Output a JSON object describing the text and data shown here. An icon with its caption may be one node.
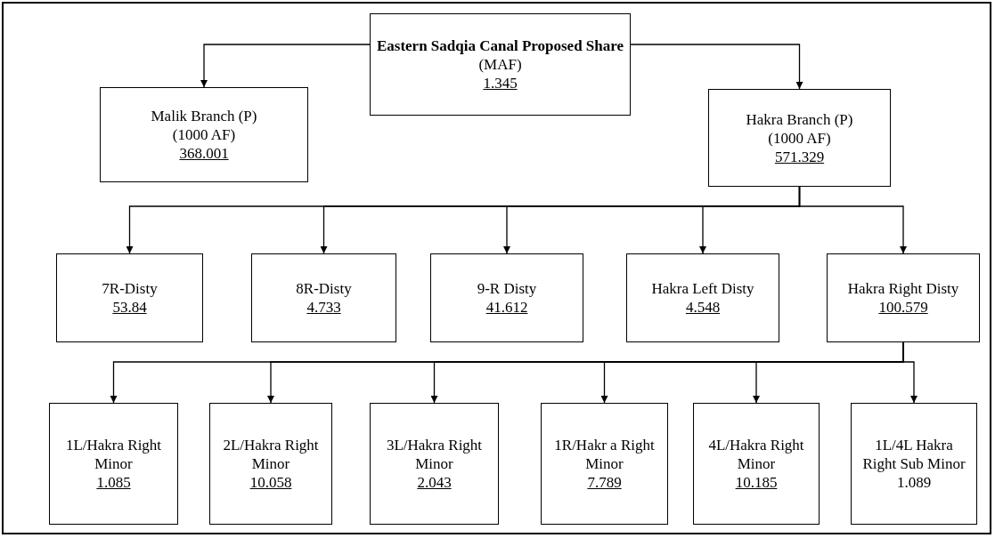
{
  "diagram": {
    "nodes": [
      {
        "text": [
          "Eastern Sadqia Canal Proposed Share",
          "(MAF)",
          "1.345"
        ]
      },
      {
        "text": [
          "Malik Branch (P)",
          "(1000 AF)",
          "368.001"
        ]
      },
      {
        "text": [
          "Hakra Branch (P)",
          "(1000 AF)",
          "571.329"
        ]
      },
      {
        "text": [
          "7R-Disty",
          "53.84"
        ]
      },
      {
        "text": [
          "8R-Disty",
          "4.733"
        ]
      },
      {
        "text": [
          "9-R Disty",
          "41.612"
        ]
      },
      {
        "text": [
          "Hakra Left Disty",
          "4.548"
        ]
      },
      {
        "text": [
          "Hakra Right Disty",
          "100.579"
        ]
      },
      {
        "text": [
          "1L/Hakra Right Minor",
          "1.085"
        ]
      },
      {
        "text": [
          "2L/Hakra Right Minor",
          "10.058"
        ]
      },
      {
        "text": [
          "3L/Hakra Right Minor",
          "2.043"
        ]
      },
      {
        "text": [
          "1R/Hakr a Right Minor",
          "7.789"
        ]
      },
      {
        "text": [
          "4L/Hakra Right Minor",
          "10.185"
        ]
      },
      {
        "text": [
          "1L/4L Hakra Right Sub Minor",
          "1.089"
        ]
      }
    ],
    "edges": [
      {
        "from": 0,
        "to": 1,
        "arrow": "to"
      },
      {
        "from": 0,
        "to": 2,
        "arrow": "to"
      },
      {
        "from": 2,
        "to": 3,
        "arrow": "to"
      },
      {
        "from": 2,
        "to": 4,
        "arrow": "to"
      },
      {
        "from": 2,
        "to": 5,
        "arrow": "to"
      },
      {
        "from": 2,
        "to": 6,
        "arrow": "to"
      },
      {
        "from": 2,
        "to": 7,
        "arrow": "to"
      },
      {
        "from": 7,
        "to": 8,
        "arrow": "to"
      },
      {
        "from": 7,
        "to": 9,
        "arrow": "to"
      },
      {
        "from": 7,
        "to": 10,
        "arrow": "to"
      },
      {
        "from": 7,
        "to": 11,
        "arrow": "to"
      },
      {
        "from": 7,
        "to": 12,
        "arrow": "to"
      },
      {
        "from": 7,
        "to": 13,
        "arrow": "to"
      }
    ]
  }
}
